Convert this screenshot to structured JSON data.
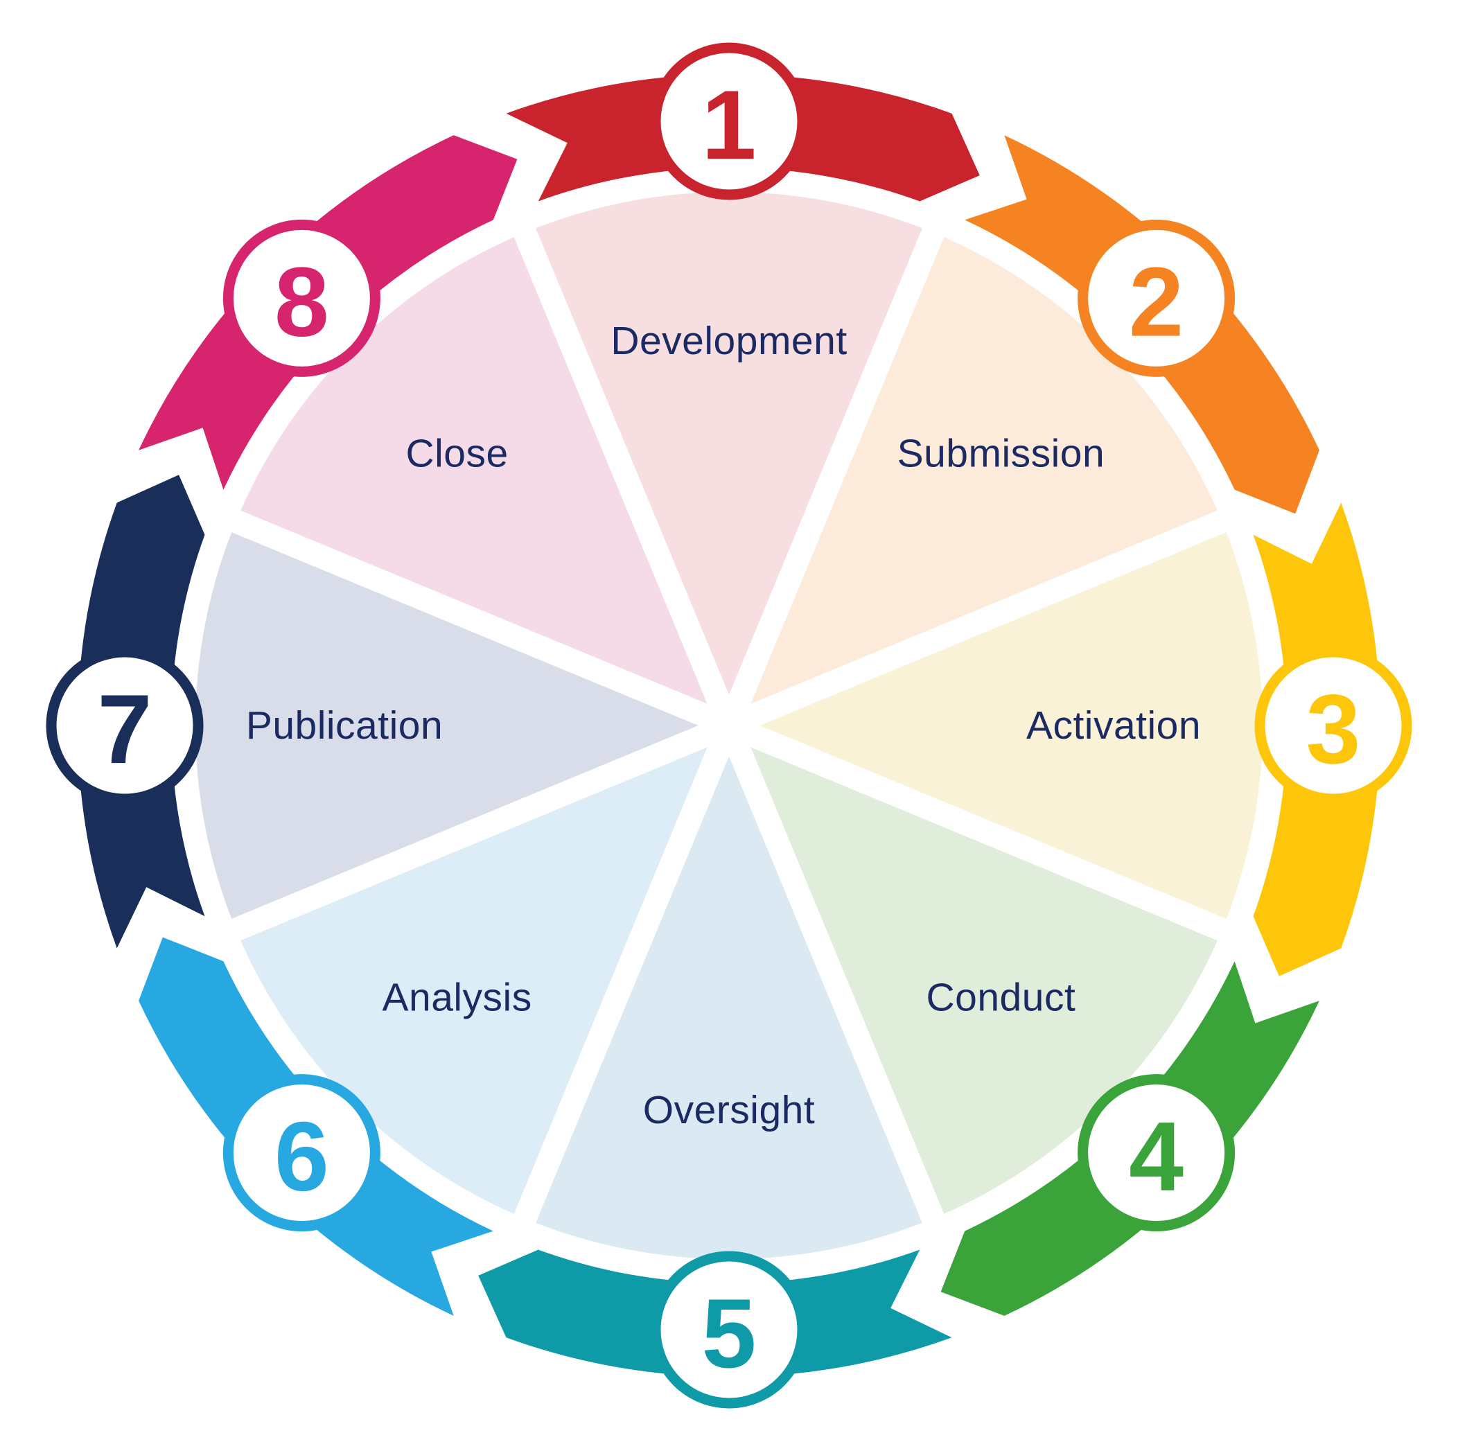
{
  "diagram": {
    "type": "cycle",
    "direction": "clockwise",
    "stage_count": 8,
    "label_color": "#1b2a63",
    "background": "#ffffff",
    "stages": [
      {
        "number": "1",
        "label": "Development",
        "color": "#c9242d",
        "tint": "#f6dee1"
      },
      {
        "number": "2",
        "label": "Submission",
        "color": "#f58321",
        "tint": "#fceadb"
      },
      {
        "number": "3",
        "label": "Activation",
        "color": "#fdc60a",
        "tint": "#faf2d6"
      },
      {
        "number": "4",
        "label": "Conduct",
        "color": "#3aa339",
        "tint": "#e0edda"
      },
      {
        "number": "5",
        "label": "Oversight",
        "color": "#0f9aa8",
        "tint": "#dbe9f2"
      },
      {
        "number": "6",
        "label": "Analysis",
        "color": "#28a8e0",
        "tint": "#dcedf8"
      },
      {
        "number": "7",
        "label": "Publication",
        "color": "#1a2e5a",
        "tint": "#d9dde9"
      },
      {
        "number": "8",
        "label": "Close",
        "color": "#d6246e",
        "tint": "#f5dbe8"
      }
    ]
  }
}
